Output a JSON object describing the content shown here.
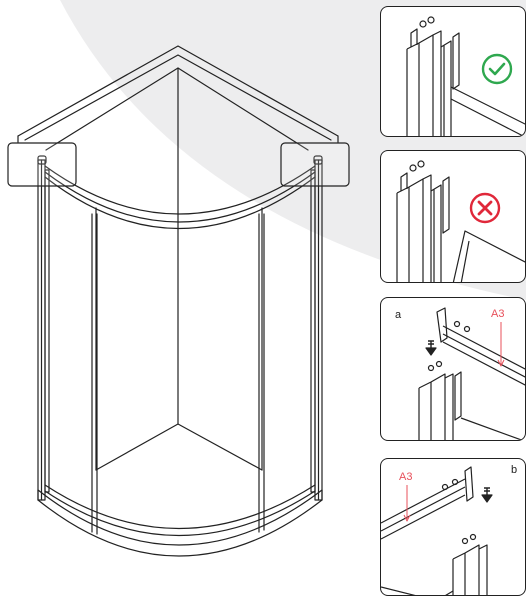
{
  "colors": {
    "line": "#222222",
    "background_arc": "#ededee",
    "ok_green": "#2fa84f",
    "error_red": "#e0283a",
    "annotation_red": "#e8505b"
  },
  "icons": {
    "correct": "check-circle-icon",
    "incorrect": "cross-circle-icon",
    "press_down": "down-arrow-icon"
  },
  "steps": {
    "a": {
      "letter": "a",
      "part": "A3"
    },
    "b": {
      "letter": "b",
      "part": "A3"
    }
  }
}
